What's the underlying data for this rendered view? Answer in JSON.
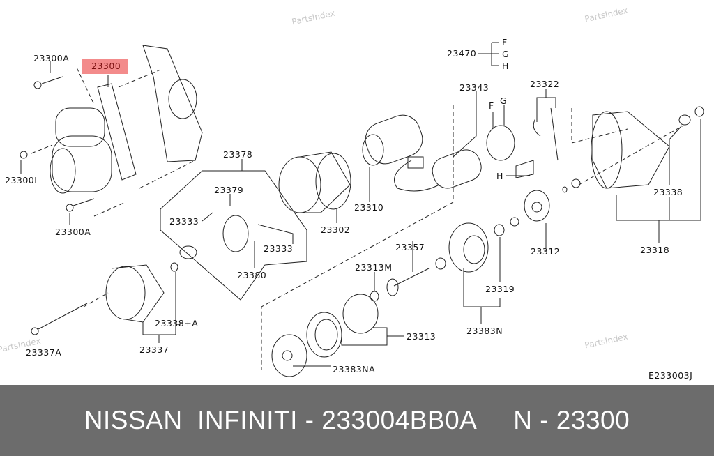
{
  "watermark": "PartsIndex",
  "diagram_code": "E233003J",
  "highlight_color": "#f38b8b",
  "labels": {
    "p23300A_top": "23300A",
    "p23300": "23300",
    "p23300L": "23300L",
    "p23300A_bottom": "23300A",
    "p23378": "23378",
    "p23379": "23379",
    "p23333_a": "23333",
    "p23333_b": "23333",
    "p23380": "23380",
    "p23302": "23302",
    "p23310": "23310",
    "p23343": "23343",
    "p23343_F": "F",
    "p23343_G": "G",
    "p23470": "23470",
    "p23470_F": "F",
    "p23470_G": "G",
    "p23470_H": "H",
    "p23322": "23322",
    "p23322_H": "H",
    "p23338": "23338",
    "p23318": "23318",
    "p23312": "23312",
    "p23357": "23357",
    "p23313M": "23313M",
    "p23319": "23319",
    "p23383N": "23383N",
    "p23313": "23313",
    "p23383NA": "23383NA",
    "p23338A": "23338+A",
    "p23337": "23337",
    "p23337A": "23337A"
  },
  "footer": {
    "text": "NISSAN  INFINITI - 233004BB0A     N - 23300"
  }
}
